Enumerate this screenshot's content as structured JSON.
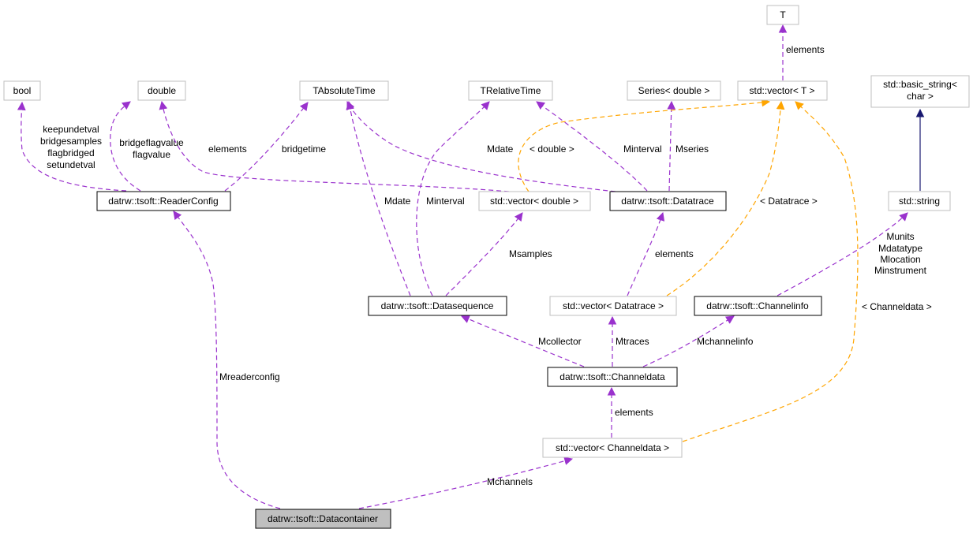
{
  "colors": {
    "member_edge": "#9a32cd",
    "template_edge": "#ffa500",
    "inherit_edge": "#191970",
    "undocumented_border": "#bfbfbf",
    "documented_border": "#000000",
    "focus_fill": "#bfbfbf"
  },
  "nodes": {
    "t": "T",
    "bool": "bool",
    "double": "double",
    "tabsolutetime": "TAbsoluteTime",
    "trelativetime": "TRelativeTime",
    "series_double": "Series< double >",
    "std_vector_t": "std::vector< T >",
    "std_basic_string_line1": "std::basic_string<",
    "std_basic_string_line2": "char >",
    "readerconfig": "datrw::tsoft::ReaderConfig",
    "std_vector_double": "std::vector< double >",
    "datatrace": "datrw::tsoft::Datatrace",
    "std_string": "std::string",
    "datasequence": "datrw::tsoft::Datasequence",
    "std_vector_datatrace": "std::vector< Datatrace >",
    "channelinfo": "datrw::tsoft::Channelinfo",
    "channeldata": "datrw::tsoft::Channeldata",
    "std_vector_channeldata": "std::vector< Channeldata >",
    "datacontainer": "datrw::tsoft::Datacontainer"
  },
  "edge_labels": {
    "elements_t": "elements",
    "bool_members": [
      "keepundetval",
      "bridgesamples",
      "flagbridged",
      "setundetval"
    ],
    "double_members": [
      "bridgeflagvalue",
      "flagvalue"
    ],
    "elements_double": "elements",
    "bridgetime": "bridgetime",
    "mdate_trace": "Mdate",
    "double_template": "< double >",
    "minterval_trace": "Minterval",
    "mseries": "Mseries",
    "mdate_seq": "Mdate",
    "minterval_seq": "Minterval",
    "msamples": "Msamples",
    "datatrace_template": "< Datatrace >",
    "elements_datatrace": "elements",
    "string_members": [
      "Munits",
      "Mdatatype",
      "Mlocation",
      "Minstrument"
    ],
    "channeldata_template": "< Channeldata >",
    "mcollector": "Mcollector",
    "mtraces": "Mtraces",
    "mchannelinfo": "Mchannelinfo",
    "elements_channeldata": "elements",
    "mreaderconfig": "Mreaderconfig",
    "mchannels": "Mchannels"
  }
}
